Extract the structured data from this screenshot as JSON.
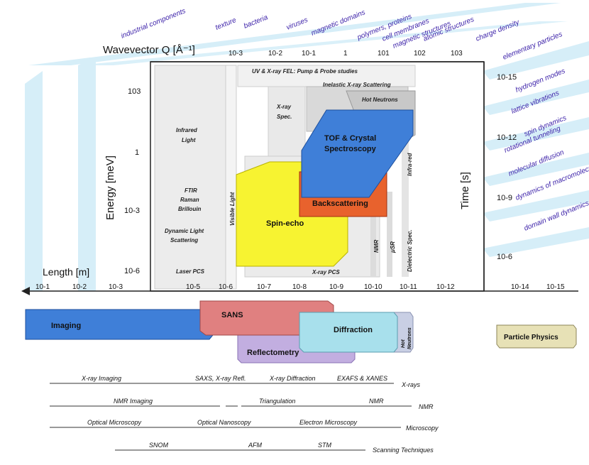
{
  "axes": {
    "wavevector": {
      "label": "Wavevector Q [Å⁻¹]",
      "ticks": [
        "10-3",
        "10-2",
        "10-1",
        "1",
        "101",
        "102",
        "103"
      ]
    },
    "energy": {
      "label": "Energy [meV]",
      "ticks": [
        "103",
        "1",
        "10-3",
        "10-6"
      ]
    },
    "time": {
      "label": "Time [s]",
      "ticks": [
        "10-15",
        "10-12",
        "10-9",
        "10-6"
      ]
    },
    "length": {
      "label": "Length [m]",
      "ticks": [
        "10-1",
        "10-2",
        "10-3",
        "10-5",
        "10-6",
        "10-7",
        "10-8",
        "10-9",
        "10-10",
        "10-11",
        "10-12",
        "10-14",
        "10-15"
      ]
    }
  },
  "top_labels": [
    "industrial components",
    "texture",
    "bacteria",
    "viruses",
    "magnetic domains",
    "polymers, proteins",
    "cell membranes",
    "magnetic structures",
    "atomic structures",
    "charge density",
    "elementary particles"
  ],
  "right_labels": [
    "hydrogen modes",
    "lattice vibrations",
    "spin dynamics",
    "rotational tunneling",
    "molecular diffusion",
    "dynamics of macromolecules",
    "domain wall dynamics"
  ],
  "plot_labels": {
    "uv_xray_fel": "UV & X-ray FEL: Pump & Probe studies",
    "inelastic_xray": "Inelastic X-ray Scattering",
    "hot_neutrons": "Hot Neutrons",
    "xray_spec_1": "X-ray",
    "xray_spec_2": "Spec.",
    "infrared_1": "Infrared",
    "infrared_2": "Light",
    "ftir_1": "FTIR",
    "ftir_2": "Raman",
    "ftir_3": "Brillouin",
    "dls_1": "Dynamic Light",
    "dls_2": "Scattering",
    "laser_pcs": "Laser PCS",
    "visible_light": "Visible   Light",
    "tof_1": "TOF & Crystal",
    "tof_2": "Spectroscopy",
    "backscattering": "Backscattering",
    "spin_echo": "Spin-echo",
    "xray_pcs": "X-ray PCS",
    "nmr": "NMR",
    "musr": "μSR",
    "dielectric": "Dielectric Spec.",
    "infra_red": "Infra-red"
  },
  "bands": {
    "imaging": "Imaging",
    "sans": "SANS",
    "reflectometry": "Reflectometry",
    "diffraction": "Diffraction",
    "hot_neutrons_1": "Hot",
    "hot_neutrons_2": "Neutrons",
    "particle_physics": "Particle Physics"
  },
  "techniques": [
    {
      "category": "X-rays",
      "items": [
        "X-ray Imaging",
        "SAXS, X-ray Refl.",
        "X-ray Diffraction",
        "EXAFS & XANES"
      ]
    },
    {
      "category": "NMR",
      "items": [
        "NMR Imaging",
        "Triangulation",
        "NMR"
      ]
    },
    {
      "category": "Microscopy",
      "items": [
        "Optical Microscopy",
        "Optical Nanoscopy",
        "Electron Microscopy"
      ]
    },
    {
      "category": "Scanning Techniques",
      "items": [
        "SNOM",
        "AFM",
        "STM"
      ]
    }
  ],
  "colors": {
    "tof": "#3f7fd8",
    "backscattering": "#e8622d",
    "spin_echo": "#f7f331",
    "imaging": "#3f7fd8",
    "sans": "#e08080",
    "reflectometry": "#c2aee0",
    "diffraction": "#a8e0ec",
    "particle_physics": "#e7e1b6",
    "label_purple": "#3a1fa8",
    "stripe_blue": "#d6eef8"
  }
}
